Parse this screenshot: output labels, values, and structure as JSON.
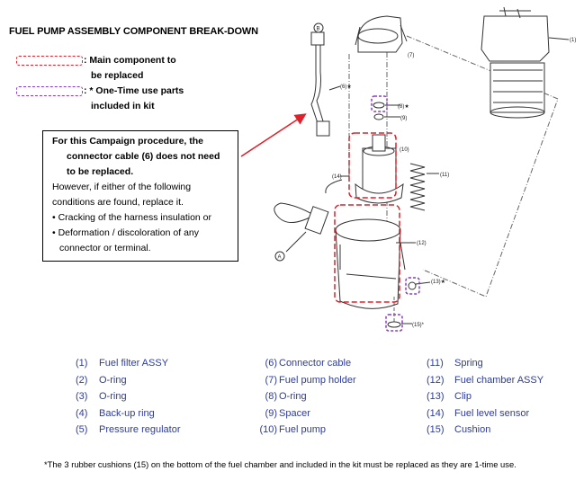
{
  "title": "FUEL PUMP ASSEMBLY COMPONENT BREAK-DOWN",
  "legend": {
    "main": {
      "line1": ": Main component to",
      "line2": "be replaced",
      "color": "#e0202a"
    },
    "onetime": {
      "line1": ": * One-Time use parts",
      "line2": "included in kit",
      "color": "#8a3cc7"
    }
  },
  "note": {
    "line1": "For this Campaign procedure, the",
    "line2": "connector cable (6) does not need",
    "line3": "to be replaced.",
    "line4": "However, if either of the following",
    "line5": "conditions are found, replace it.",
    "bullet1": "• Cracking of the harness insulation or",
    "bullet2a": "• Deformation / discoloration of any",
    "bullet2b": "connector or terminal."
  },
  "callouts": {
    "c1": "(1)",
    "c7": "(7)",
    "c6": "(6)★",
    "c8": "(8)★",
    "c9": "(9)",
    "c10": "(10)",
    "c11": "(11)",
    "c14": "(14)",
    "c12": "(12)",
    "c13": "(13)★",
    "c15": "(15)*",
    "A": "A",
    "B": "B"
  },
  "parts": [
    {
      "num": "(1)",
      "name": "Fuel filter ASSY"
    },
    {
      "num": "(2)",
      "name": "O-ring"
    },
    {
      "num": "(3)",
      "name": "O-ring"
    },
    {
      "num": "(4)",
      "name": "Back-up ring"
    },
    {
      "num": "(5)",
      "name": "Pressure regulator"
    },
    {
      "num": "(6)",
      "name": "Connector cable"
    },
    {
      "num": "(7)",
      "name": "Fuel pump holder"
    },
    {
      "num": "(8)",
      "name": "O-ring"
    },
    {
      "num": "(9)",
      "name": "Spacer"
    },
    {
      "num": "(10)",
      "name": "Fuel pump"
    },
    {
      "num": "(11)",
      "name": "Spring"
    },
    {
      "num": "(12)",
      "name": "Fuel chamber ASSY"
    },
    {
      "num": "(13)",
      "name": "Clip"
    },
    {
      "num": "(14)",
      "name": "Fuel level sensor"
    },
    {
      "num": "(15)",
      "name": "Cushion"
    }
  ],
  "footnote": "*The 3 rubber cushions (15) on the bottom of the fuel chamber and included in the kit must be replaced as they are 1-time use."
}
